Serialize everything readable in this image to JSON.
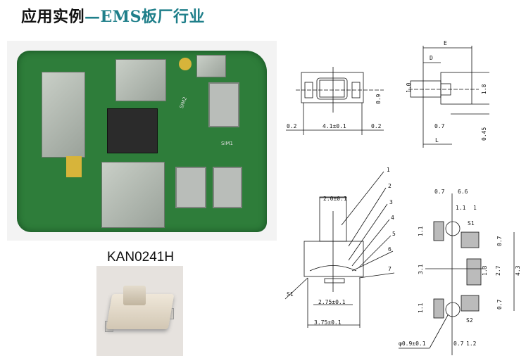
{
  "title": {
    "part1": "应用实例",
    "part2": "—EMS板厂行业",
    "accent_color": "#1f7f8a"
  },
  "pcb_photo": {
    "silkscreen": [
      "SIM2",
      "SIM1"
    ]
  },
  "product_label": "KAN0241H",
  "drawing_front": {
    "d1": "0.2",
    "d2": "4.1±0.1",
    "d3": "0.2",
    "d4": "0.9"
  },
  "drawing_side": {
    "E": "E",
    "D": "D",
    "h1": "1.0",
    "h2": "1.8",
    "w1": "0.7",
    "h3": "0.45",
    "L": "L"
  },
  "drawing_section": {
    "top": "2.0±0.1",
    "parts": [
      "1",
      "2",
      "3",
      "4",
      "5",
      "6",
      "7"
    ],
    "mid": "2.75±0.1",
    "bottom": "3.75±0.1",
    "mark": "S1"
  },
  "drawing_footprint": {
    "a": "0.7",
    "b": "6.6",
    "c": "1.1",
    "d": "1",
    "e": "1.1",
    "f": "0.7",
    "g": "3.1",
    "h": "1.3",
    "i": "2.7",
    "j": "4.3",
    "k": "0.7",
    "l": "1.1",
    "hole": "φ0.9±0.1",
    "m": "0.7",
    "n": "1.2",
    "s1": "S1",
    "s2": "S2"
  }
}
